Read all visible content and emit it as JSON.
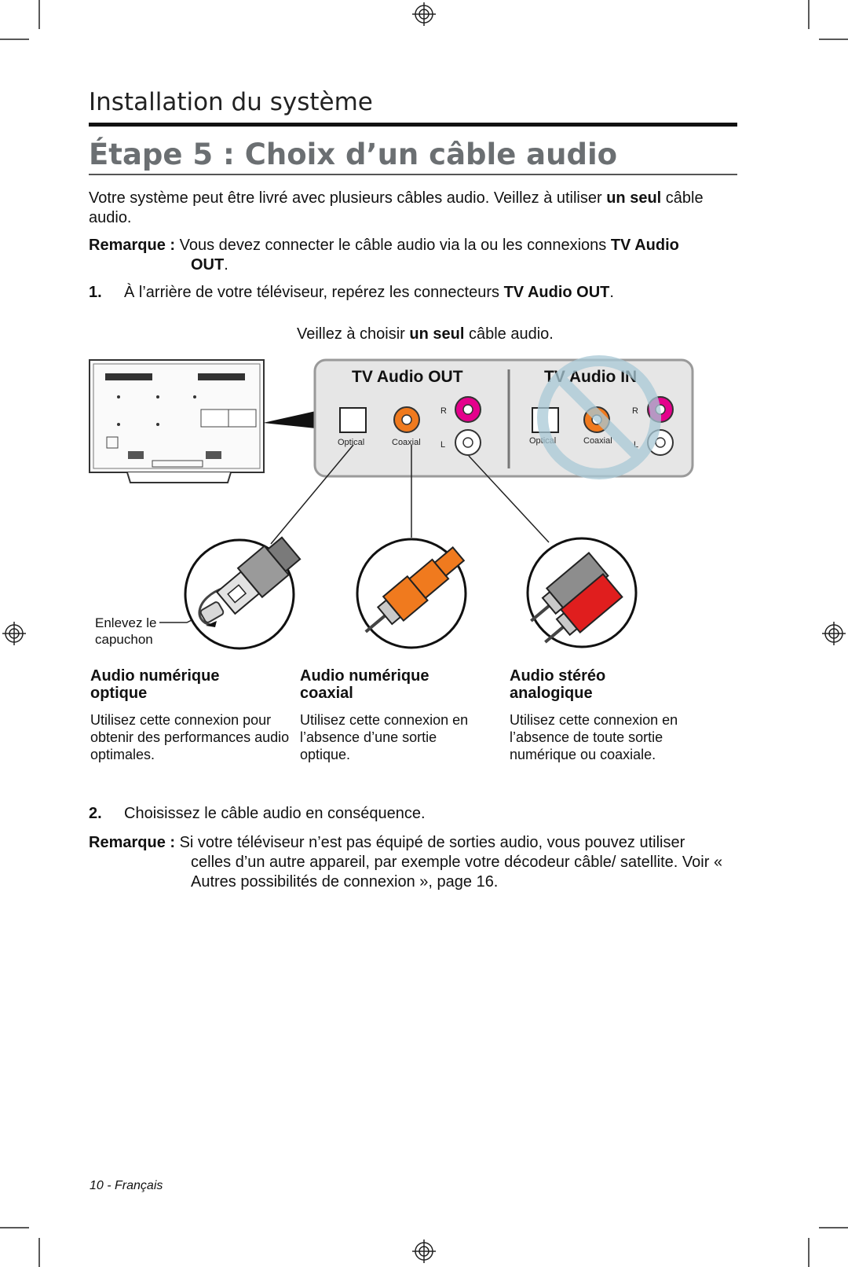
{
  "header": {
    "section_title": "Installation du système",
    "page_title": "Étape 5 : Choix d’un câble audio"
  },
  "intro": {
    "text_before": "Votre système peut être livré avec plusieurs câbles audio. Veillez à utiliser ",
    "bold": "un seul",
    "text_after": " câble audio."
  },
  "note1": {
    "label": "Remarque :",
    "text": " Vous devez connecter le câble audio via la ou les connexions ",
    "bold": "TV Audio OUT",
    "end": "."
  },
  "step1": {
    "number": "1.",
    "text": "À l’arrière de votre téléviseur, repérez les connecteurs ",
    "bold": "TV Audio OUT",
    "end": "."
  },
  "figure": {
    "caption_before": "Veillez à choisir ",
    "caption_bold": "un seul",
    "caption_after": " câble audio.",
    "panel_out_title": "TV Audio OUT",
    "panel_in_title": "TV Audio IN",
    "optical_label": "Optical",
    "coaxial_label": "Coaxial",
    "r_label": "R",
    "l_label": "L",
    "remove_cap_line1": "Enlevez le",
    "remove_cap_line2": "capuchon",
    "colors": {
      "coaxial_orange": "#f07a1e",
      "right_magenta": "#e4008c",
      "stereo_red": "#e01e1e",
      "stereo_gray": "#8d8d8d",
      "prohibit_blue": "#a9c9d6"
    }
  },
  "columns": [
    {
      "title_line1": "Audio numérique",
      "title_line2": "optique",
      "text": "Utilisez cette connexion pour obtenir des performances audio optimales."
    },
    {
      "title_line1": "Audio numérique",
      "title_line2": "coaxial",
      "text": "Utilisez cette connexion en l’absence d’une sortie optique."
    },
    {
      "title_line1": "Audio stéréo",
      "title_line2": "analogique",
      "text": "Utilisez cette connexion en l’absence de toute sortie numérique ou coaxiale."
    }
  ],
  "step2": {
    "number": "2.",
    "text": "Choisissez le câble audio en conséquence."
  },
  "note2": {
    "label": "Remarque :",
    "text": " Si votre téléviseur n’est pas équipé de sorties audio, vous pouvez utiliser celles d’un autre appareil, par exemple votre décodeur câble/ satellite. Voir « Autres possibilités de connexion », page 16."
  },
  "footer": {
    "page_label": "10 - Français"
  }
}
